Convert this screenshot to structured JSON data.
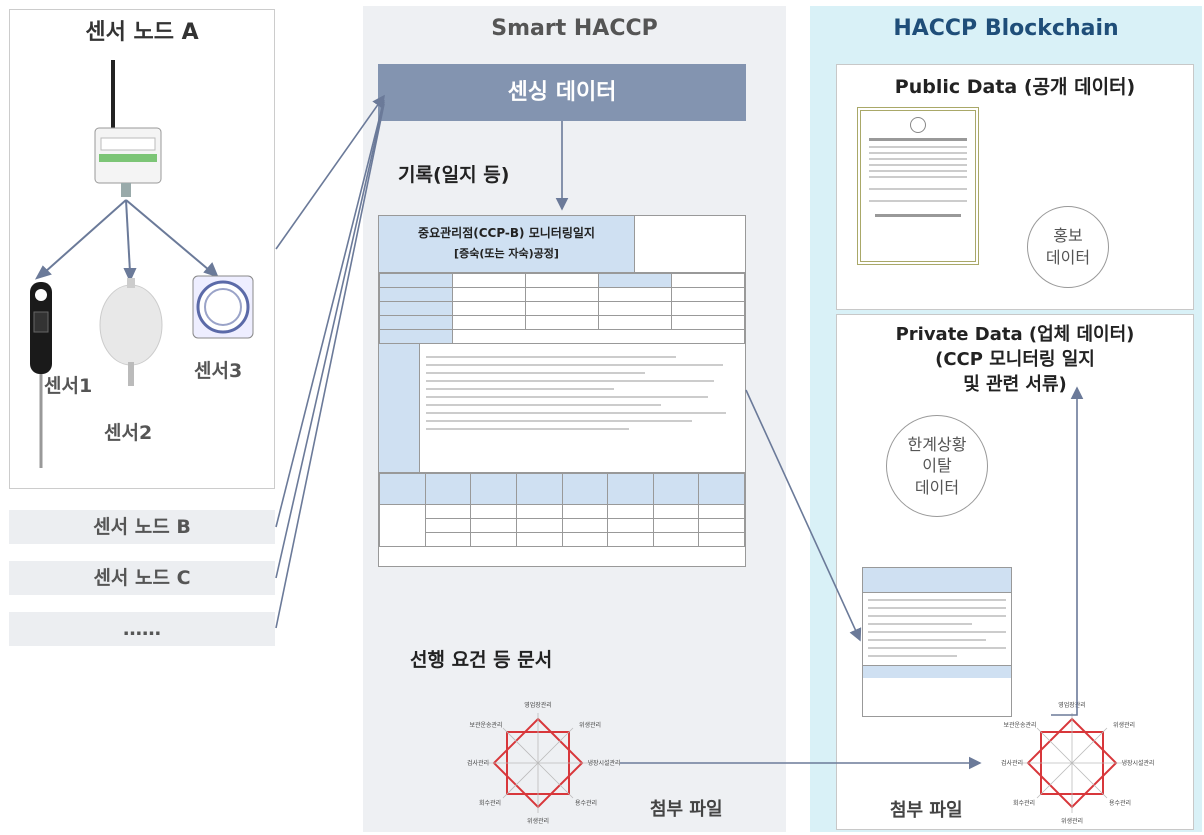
{
  "sensor_panel": {
    "node_a": "센서 노드 A",
    "sensor1": "센서1",
    "sensor2": "센서2",
    "sensor3": "센서3",
    "node_b": "센서 노드 B",
    "node_c": "센서 노드 C",
    "node_more": "……"
  },
  "smart_haccp": {
    "title": "Smart HACCP",
    "sensing_data": "센싱 데이터",
    "record_label": "기록(일지 등)",
    "log_title_line1": "중요관리점(CCP-B) 모니터링일지",
    "log_title_line2": "[증숙(또는 자숙)공정]",
    "prereq_label": "선행 요건 등 문서",
    "attachment": "첨부 파일",
    "radar_labels": [
      "영업장관리",
      "위생관리",
      "냉장시설관리",
      "용수관리",
      "위생관리",
      "회수관리",
      "검사관리",
      "보관운송관리"
    ]
  },
  "blockchain": {
    "title": "HACCP Blockchain",
    "public_title": "Public Data (공개 데이터)",
    "promo_line1": "홍보",
    "promo_line2": "데이터",
    "private_line1": "Private Data (업체 데이터)",
    "private_line2": "(CCP 모니터링 일지",
    "private_line3": "및 관련 서류)",
    "deviation_line1": "한계상황",
    "deviation_line2": "이탈",
    "deviation_line3": "데이터",
    "attachment": "첨부 파일"
  },
  "colors": {
    "sensing_box": "#8394b0",
    "arrow": "#6b7a99",
    "radar_red": "#d8373b",
    "right_panel": "#d9f1f7",
    "middle_panel": "#eef0f3"
  }
}
